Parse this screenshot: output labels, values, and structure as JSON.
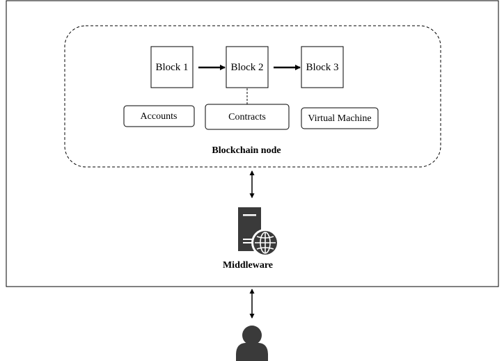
{
  "blocks": [
    {
      "label": "Block 1"
    },
    {
      "label": "Block 2"
    },
    {
      "label": "Block 3"
    }
  ],
  "components": {
    "accounts": "Accounts",
    "contracts": "Contracts",
    "virtual_machine": "Virtual Machine"
  },
  "node_label": "Blockchain node",
  "middleware_label": "Middleware",
  "icons": {
    "server": "server-globe-icon",
    "user": "user-icon"
  },
  "colors": {
    "stroke": "#000000",
    "icon_fill": "#3a3a3a",
    "background": "#ffffff"
  }
}
